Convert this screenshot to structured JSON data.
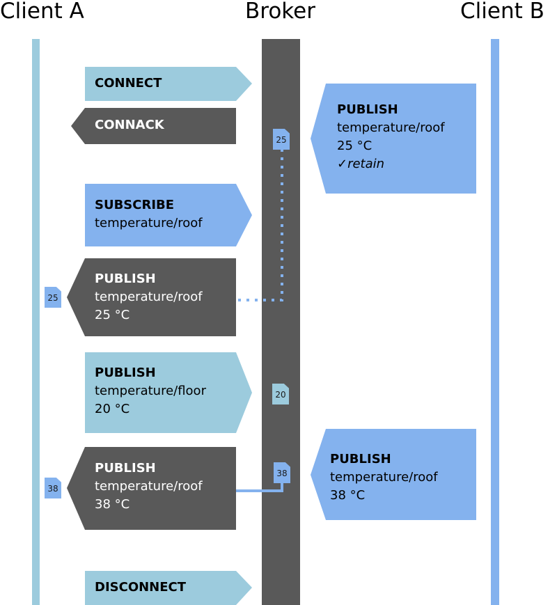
{
  "lifelines": {
    "client_a": "Client A",
    "broker": "Broker",
    "client_b": "Client B"
  },
  "messages": {
    "connect": {
      "title": "CONNECT"
    },
    "connack": {
      "title": "CONNACK"
    },
    "subscribe": {
      "title": "SUBSCRIBE",
      "line1": "temperature/roof"
    },
    "publish_b_retain": {
      "title": "PUBLISH",
      "line1": "temperature/roof",
      "line2": "25 °C",
      "line3": "✓retain"
    },
    "publish_to_a_25": {
      "title": "PUBLISH",
      "line1": "temperature/roof",
      "line2": "25 °C"
    },
    "publish_a_floor": {
      "title": "PUBLISH",
      "line1": "temperature/floor",
      "line2": "20 °C"
    },
    "publish_b_38": {
      "title": "PUBLISH",
      "line1": "temperature/roof",
      "line2": "38 °C"
    },
    "publish_to_a_38": {
      "title": "PUBLISH",
      "line1": "temperature/roof",
      "line2": "38 °C"
    },
    "disconnect": {
      "title": "DISCONNECT"
    }
  },
  "stored_values": {
    "broker_25": "25",
    "broker_20": "20",
    "broker_38": "38",
    "client_a_25": "25",
    "client_a_38": "38"
  },
  "colors": {
    "client_a": "#9ccbdd",
    "broker": "#595959",
    "client_b": "#84b2ee"
  }
}
